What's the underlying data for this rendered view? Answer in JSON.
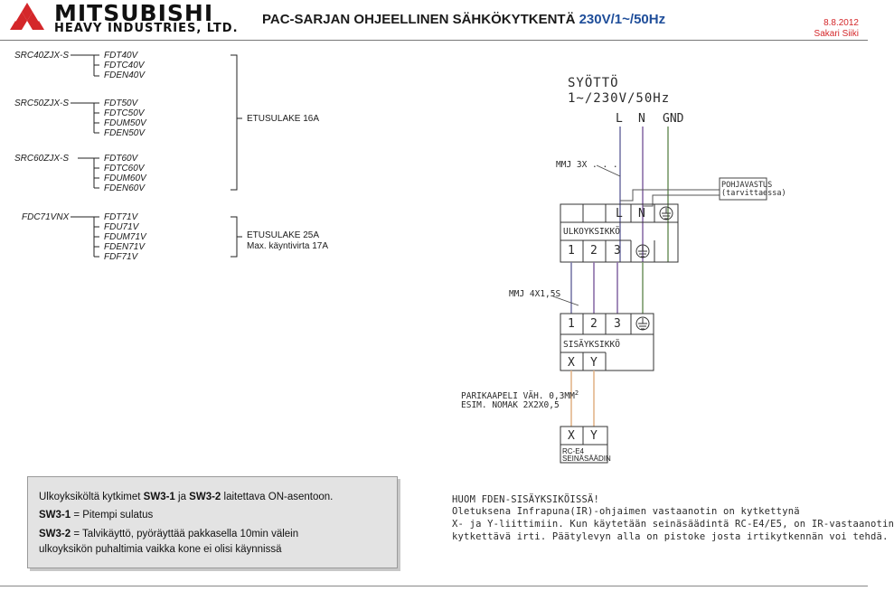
{
  "header": {
    "brand_line1": "MITSUBISHI",
    "brand_line2": "HEAVY INDUSTRIES, LTD.",
    "title_main": "PAC-SARJAN OHJEELLINEN SÄHKÖKYTKENTÄ ",
    "title_accent": "230V/1~/50Hz",
    "date": "8.8.2012",
    "author": "Sakari Siiki",
    "brand_color": "#d4272a",
    "accent_color": "#1f4e9a"
  },
  "models": {
    "groups": [
      {
        "outdoor": "SRC40ZJX-S",
        "indoor": [
          "FDT40V",
          "FDTC40V",
          "FDEN40V"
        ]
      },
      {
        "outdoor": "SRC50ZJX-S",
        "indoor": [
          "FDT50V",
          "FDTC50V",
          "FDUM50V",
          "FDEN50V"
        ]
      },
      {
        "outdoor": "SRC60ZJX-S",
        "indoor": [
          "FDT60V",
          "FDTC60V",
          "FDUM60V",
          "FDEN60V"
        ]
      },
      {
        "outdoor": "FDC71VNX",
        "indoor": [
          "FDT71V",
          "FDU71V",
          "FDUM71V",
          "FDEN71V",
          "FDF71V"
        ]
      }
    ],
    "fuse1": "ETUSULAKE 16A",
    "fuse2_line1": "ETUSULAKE 25A",
    "fuse2_line2": "Max. käyntivirta 17A"
  },
  "diagram": {
    "supply_title": "SYÖTTÖ",
    "supply_spec": "1~/230V/50Hz",
    "terminal_L": "L",
    "terminal_N": "N",
    "terminal_GND": "GND",
    "mmj_supply": "MMJ 3X . . .",
    "heater_line1": "POHJAVASTUS",
    "heater_line2": "(tarvittaessa)",
    "outdoor_unit": "ULKOYKSIKKÖ",
    "mmj_interconnect": "MMJ 4X1,5S",
    "indoor_unit": "SISÄYKSIKKÖ",
    "term_1": "1",
    "term_2": "2",
    "term_3": "3",
    "term_X": "X",
    "term_Y": "Y",
    "cable_line1": "PARIKAAPELI VÄH. 0,3MM",
    "cable_sup": "2",
    "cable_line2": "ESIM. NOMAK 2X2X0,5",
    "controller_line1": "RC-E4",
    "controller_line2": "SEINÄSÄÄDIN",
    "wire_colors": {
      "L": "#7a7aa8",
      "N": "#8a6ea8",
      "GND": "#7a9a6a",
      "signal": "#e3b58a"
    }
  },
  "info": {
    "line1_a": "Ulkoyksiköltä kytkimet ",
    "line1_b": "SW3-1",
    "line1_c": " ja ",
    "line1_d": "SW3-2",
    "line1_e": " laitettava ON-asentoon.",
    "line2_a": "SW3-1",
    "line2_b": " = Pitempi sulatus",
    "line3_a": "SW3-2",
    "line3_b": " = Talvikäyttö, pyöräyttää pakkasella 10min välein",
    "line4": "ulkoyksikön puhaltimia vaikka kone ei olisi käynnissä"
  },
  "note": {
    "line1": "HUOM FDEN-SISÄYKSIKÖISSÄ!",
    "line2": "Oletuksena Infrapuna(IR)-ohjaimen vastaanotin on kytkettynä",
    "line3": "X- ja Y-liittimiin. Kun käytetään seinäsäädintä RC-E4/E5, on IR-vastaanotin",
    "line4": "kytkettävä irti. Päätylevyn alla on pistoke josta irtikytkennän voi tehdä."
  }
}
